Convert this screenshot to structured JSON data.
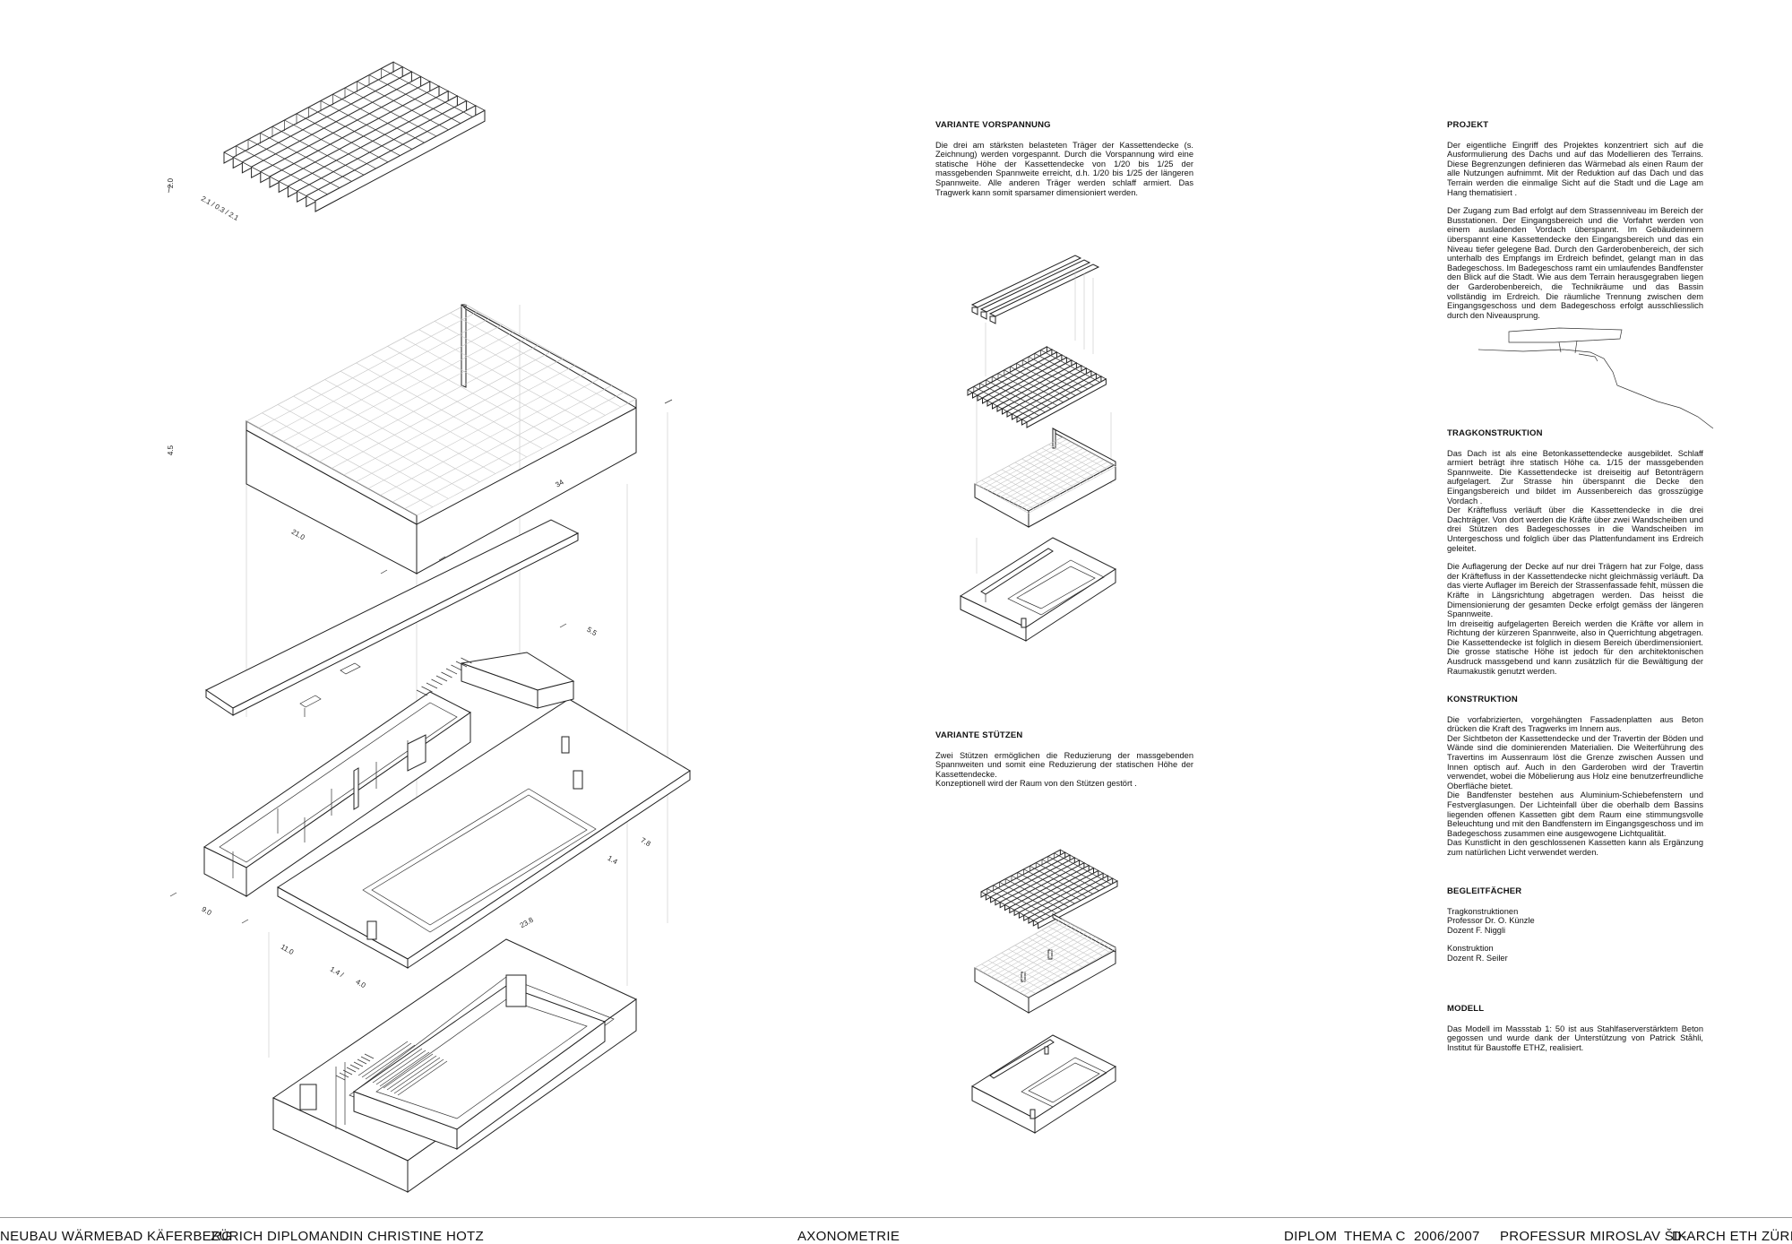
{
  "sections": {
    "vorspannung": {
      "heading": "VARIANTE VORSPANNUNG",
      "body": "Die drei am stärksten belasteten Träger der Kassettendecke (s. Zeichnung) werden vorgespannt. Durch die Vorspannung wird eine statische Höhe der Kassettendecke von 1/20 bis 1/25 der massgebenden Spannweite erreicht, d.h. 1/20 bis 1/25 der längeren Spannweite. Alle anderen Träger werden schlaff armiert. Das Tragwerk kann somit sparsamer dimensioniert werden."
    },
    "stuetzen": {
      "heading": "VARIANTE STÜTZEN",
      "body": "Zwei Stützen ermöglichen die Reduzierung der massgebenden Spannweiten und somit eine Reduzierung der statischen Höhe der Kassettendecke.",
      "body2": "Konzeptionell wird der Raum von den Stützen gestört ."
    },
    "projekt": {
      "heading": "PROJEKT",
      "p1": "Der eigentliche Eingriff des Projektes konzentriert sich auf die Ausformulierung des Dachs und auf das Modellieren des Terrains. Diese Begrenzungen definieren das Wärmebad als einen Raum der alle Nutzungen aufnimmt. Mit der Reduktion auf das Dach und das Terrain werden die einmalige Sicht auf die Stadt und die Lage am Hang thematisiert .",
      "p2": "Der Zugang zum Bad erfolgt auf dem Strassenniveau im Bereich der Busstationen. Der Eingangsbereich und die Vorfahrt werden von einem ausladenden Vordach überspannt. Im Gebäudeinnern überspannt eine Kassettendecke den Eingangsbereich und das ein Niveau tiefer gelegene Bad. Durch den Garderobenbereich, der sich unterhalb des Empfangs im Erdreich befindet, gelangt man in das Badegeschoss. Im Badegeschoss ramt ein umlaufendes Bandfenster den Blick auf die Stadt. Wie aus dem Terrain herausgegraben liegen der Garderobenbereich, die Technikräume und das Bassin vollständig im Erdreich. Die räumliche Trennung zwischen dem Eingangsgeschoss und dem Badegeschoss erfolgt ausschliesslich durch den Niveausprung."
    },
    "tragkonstruktion": {
      "heading": "TRAGKONSTRUKTION",
      "p1": "Das Dach ist als eine Betonkassettendecke ausgebildet. Schlaff armiert beträgt ihre statisch Höhe ca. 1/15 der massgebenden Spannweite. Die Kassettendecke ist dreiseitig auf Betonträgern aufgelagert. Zur Strasse hin überspannt die Decke den Eingangsbereich und bildet im Aussenbereich das grosszügige Vordach .",
      "p2": "Der Kräftefluss verläuft über die Kassettendecke in die drei Dachträger. Von dort werden die Kräfte über zwei Wandscheiben und drei Stützen des Badegeschosses in die Wandscheiben im Untergeschoss und folglich über das Plattenfundament ins Erdreich geleitet.",
      "p3": "Die Auflagerung der Decke auf nur drei Trägern hat zur Folge, dass der Kräftefluss in der Kassettendecke nicht gleichmässig verläuft. Da das vierte Auflager im Bereich der Strassenfassade fehlt, müssen die Kräfte in Längsrichtung abgetragen werden. Das heisst die Dimensionierung der gesamten Decke erfolgt gemäss der längeren Spannweite.",
      "p4": "Im dreiseitig aufgelagerten Bereich werden die Kräfte vor allem in Richtung der kürzeren Spannweite, also in Querrichtung abgetragen. Die Kassettendecke ist folglich in diesem Bereich überdimensioniert. Die grosse statische Höhe ist jedoch für den architektonischen Ausdruck massgebend und kann zusätzlich für die Bewältigung der Raumakustik genutzt werden."
    },
    "konstruktion": {
      "heading": "KONSTRUKTION",
      "p1": "Die vorfabrizierten, vorgehängten Fassadenplatten aus Beton drücken die Kraft des Tragwerks im Innern aus.",
      "p2": "Der Sichtbeton der Kassettendecke und der Travertin der Böden und Wände sind die dominierenden Materialien. Die Weiterführung des Travertins im Aussenraum löst die Grenze zwischen Aussen und Innen optisch auf. Auch in den Garderoben wird der Travertin verwendet, wobei die Möbelierung aus Holz eine benutzerfreundliche Oberfläche bietet.",
      "p3": "Die Bandfenster bestehen aus Aluminium-Schiebefenstern und Festverglasungen. Der Lichteinfall über die oberhalb dem Bassins liegenden offenen Kassetten gibt dem Raum eine stimmungsvolle Beleuchtung und mit den Bandfenstern im Eingangsgeschoss und im Badegeschoss zusammen eine ausgewogene Lichtqualität.",
      "p4": "Das Kunstlicht in den geschlossenen Kassetten kann als Ergänzung zum natürlichen Licht verwendet werden."
    },
    "begleitfaecher": {
      "heading": "BEGLEITFÄCHER",
      "l1": "Tragkonstruktionen",
      "l2": "Professor Dr. O. Künzle",
      "l3": "Dozent F. Niggli",
      "l4": "Konstruktion",
      "l5": "Dozent R. Seiler"
    },
    "modell": {
      "heading": "MODELL",
      "body": "Das Modell im Massstab 1: 50 ist aus Stahlfaserverstärktem Beton gegossen und wurde dank der Unterstützung von Patrick Ståhli, Institut für Baustoffe ETHZ, realisiert."
    }
  },
  "dimensions": {
    "d1": "2.0",
    "d2": "2.1 /  0.3 /  2.1",
    "d3": "4.5",
    "d4": "34",
    "d5": "21.0",
    "d6": "5.5",
    "d7": "7.8",
    "d8": "1.4",
    "d9": "9.0",
    "d10": "23.8",
    "d11": "11.0",
    "d12": "1.4 /",
    "d13": "4.0"
  },
  "footer": {
    "project": "NEUBAU WÄRMEBAD KÄFERBERG",
    "city": "ZÜRICH",
    "author": "DIPLOMANDIN CHRISTINE HOTZ",
    "title": "AXONOMETRIE",
    "diplom": "DIPLOM",
    "thema": "THEMA C",
    "year": "2006/2007",
    "professor": "PROFESSUR MIROSLAV ŠIK",
    "dept": "D-ARCH ETH ZÜRICH"
  }
}
